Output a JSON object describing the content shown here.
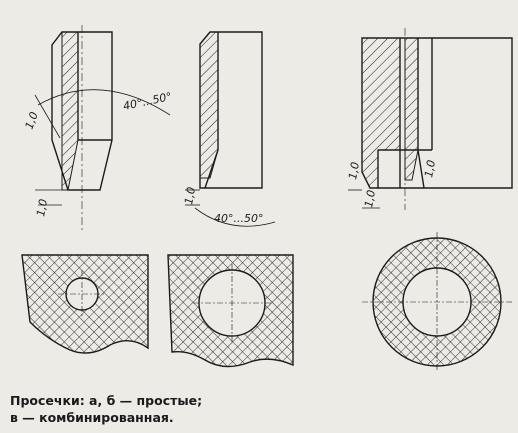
{
  "figure": {
    "angle_label_a": "40°...50°",
    "angle_label_b": "40°...50°",
    "dimension_label": "1,0",
    "caption_line1": "Просечки: а, б — простые;",
    "caption_line2": "в — комбинированная."
  },
  "colors": {
    "line": "#1c1c1c",
    "paper": "#ecebe6"
  }
}
